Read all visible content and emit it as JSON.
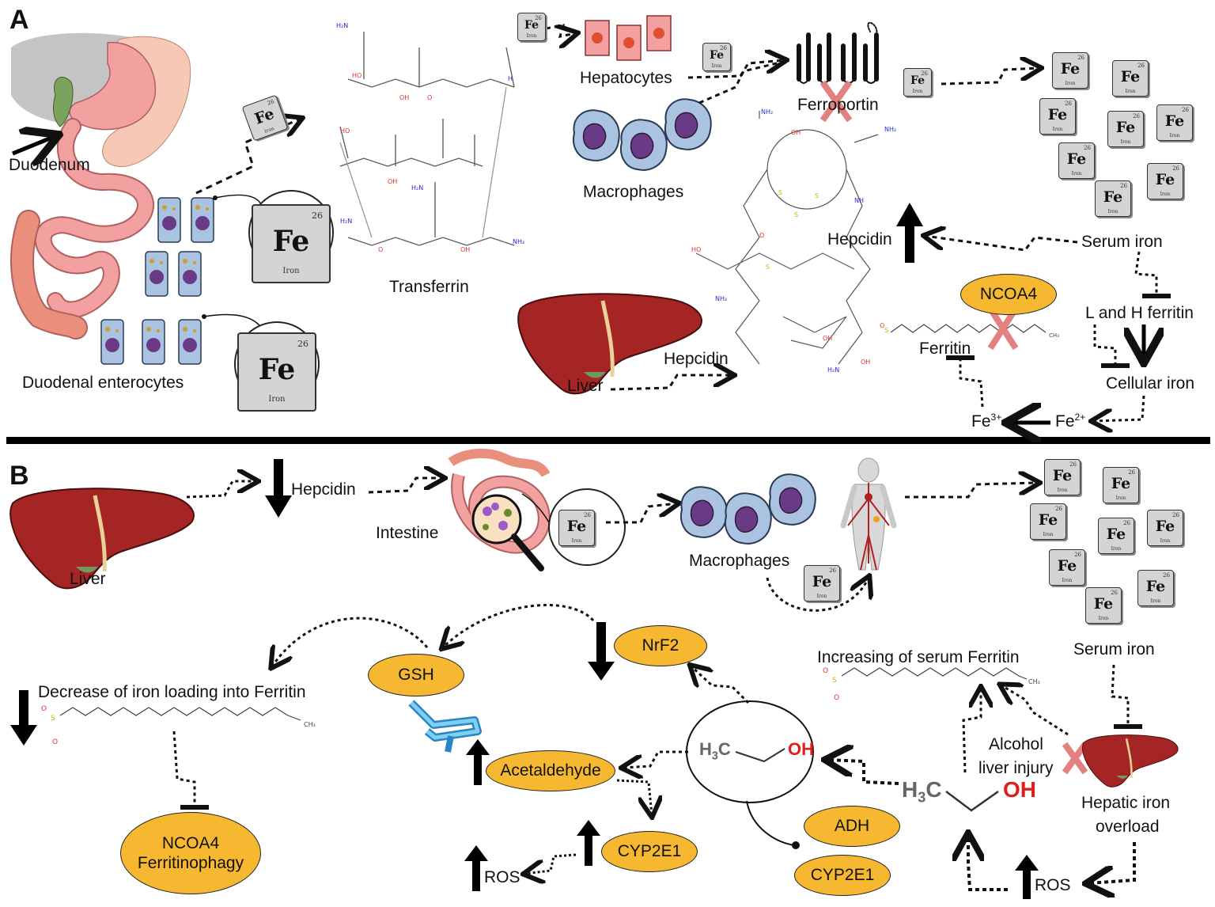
{
  "panels": {
    "a": "A",
    "b": "B"
  },
  "fe_tile": {
    "symbol": "Fe",
    "number": "26",
    "name": "Iron"
  },
  "a": {
    "duodenum": "Duodenum",
    "enterocytes": "Duodenal enterocytes",
    "transferrin": "Transferrin",
    "hepatocytes": "Hepatocytes",
    "macrophages": "Macrophages",
    "ferroportin": "Ferroportin",
    "hepcidin_top": "Hepcidin",
    "hepcidin_bottom": "Hepcidin",
    "liver": "Liver",
    "serum_iron": "Serum iron",
    "ncoa4": "NCOA4",
    "l_h_ferritin": "L and H ferritin",
    "ferritin": "Ferritin",
    "cellular_iron": "Cellular iron",
    "fe3": "Fe",
    "fe3_sup": "3+",
    "fe2": "Fe",
    "fe2_sup": "2+"
  },
  "b": {
    "liver": "Liver",
    "hepcidin": "Hepcidin",
    "intestine": "Intestine",
    "macrophages": "Macrophages",
    "serum_iron": "Serum iron",
    "nrf2": "NrF2",
    "gsh": "GSH",
    "decrease_ferritin": "Decrease of iron loading into Ferritin",
    "ncoa4_ferritinophagy": "NCOA4 Ferritinophagy",
    "acetaldehyde": "Acetaldehyde",
    "cyp2e1_left": "CYP2E1",
    "ros_left": "ROS",
    "adh": "ADH",
    "cyp2e1_right": "CYP2E1",
    "increasing_ferritin": "Increasing of serum Ferritin",
    "alcohol_injury_1": "Alcohol",
    "alcohol_injury_2": "liver injury",
    "hepatic_overload_1": "Hepatic iron",
    "hepatic_overload_2": "overload",
    "ros_right": "ROS",
    "ethanol_h3c": "H3C",
    "ethanol_oh": "OH"
  },
  "colors": {
    "oval": "#f7b831",
    "inhibit_x": "#e58080",
    "liver": "#a52525",
    "macrophage": "#a9c3e0",
    "nucleus": "#6b3a86",
    "gut": "#f2a0a0"
  }
}
